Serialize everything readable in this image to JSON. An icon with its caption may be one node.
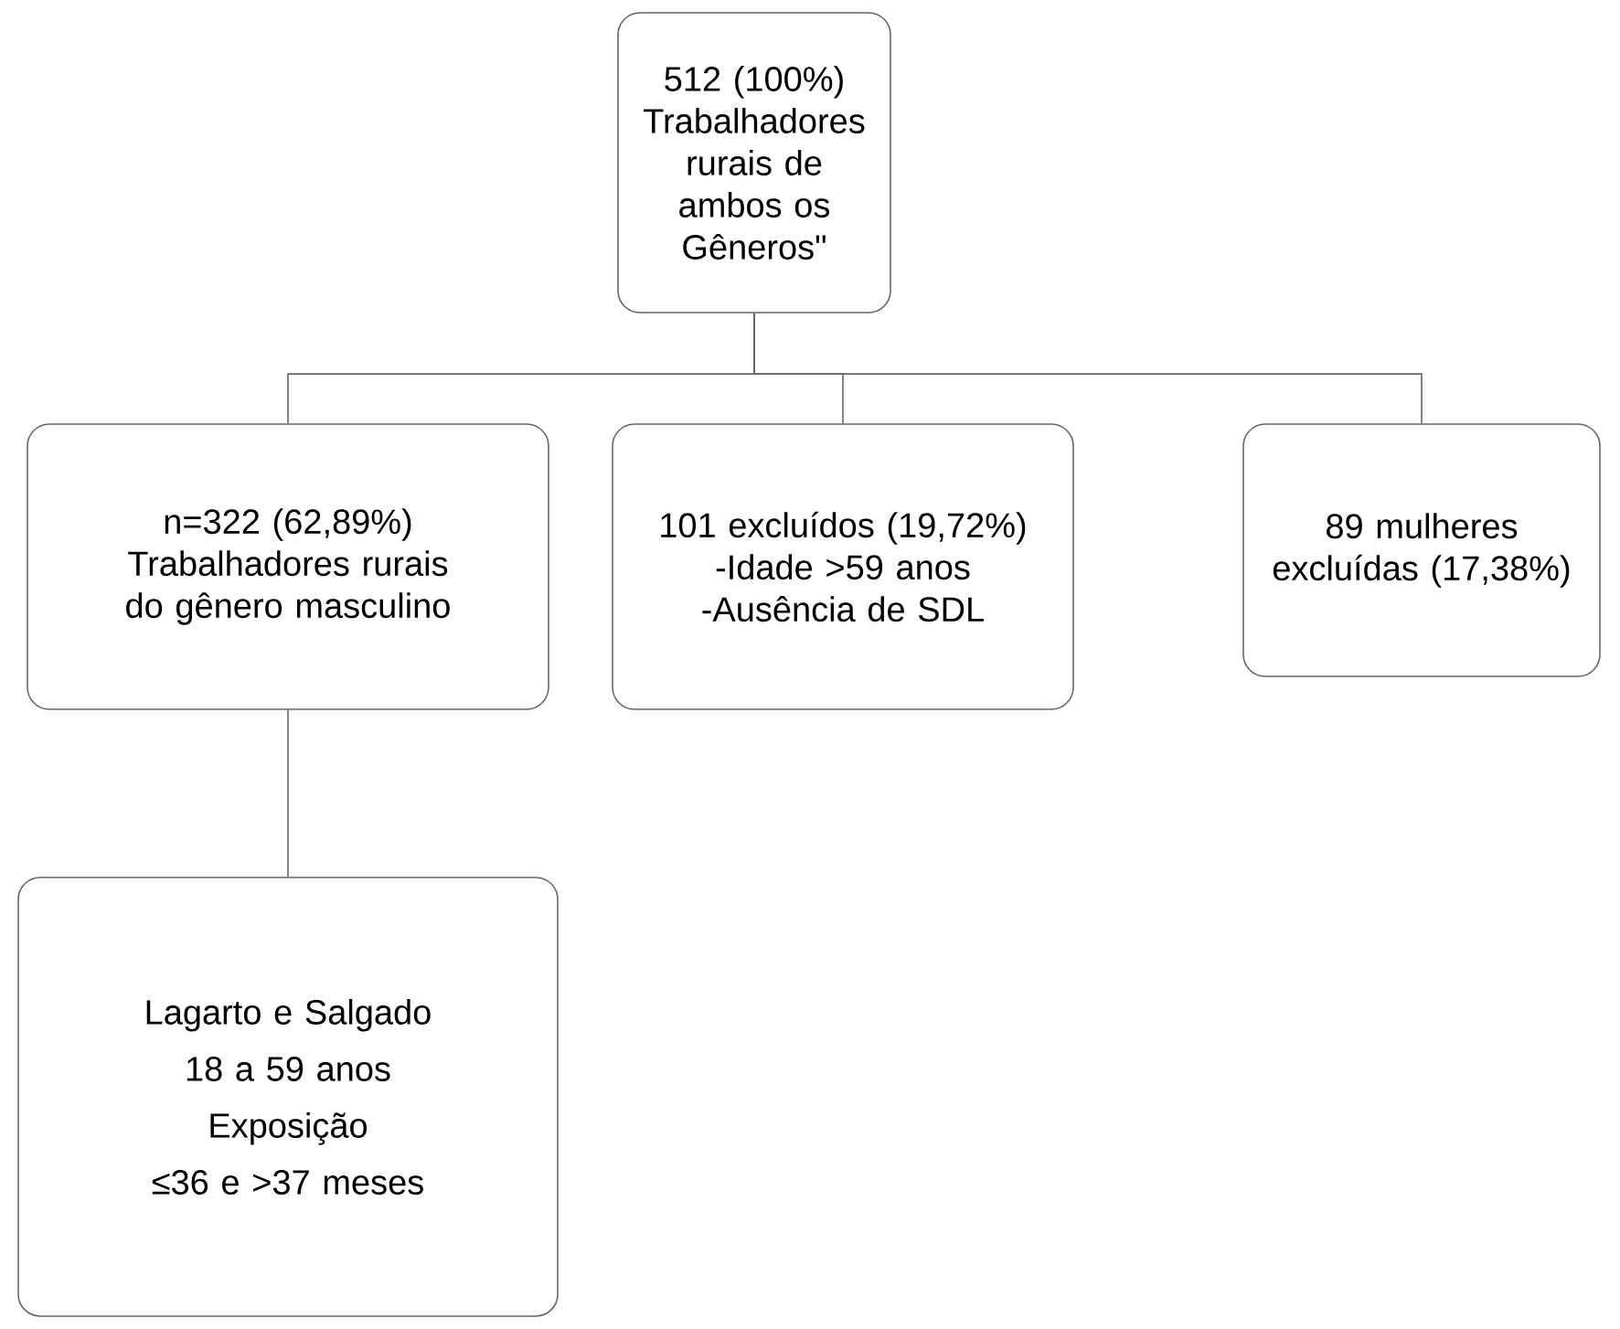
{
  "diagram": {
    "nodes": [
      {
        "text": [
          "512 (100%) Trabalhadores rurais de ambos os Gêneros\""
        ]
      },
      {
        "text": [
          "n=322 (62,89%) Trabalhadores rurais do gênero masculino"
        ]
      },
      {
        "text": [
          "101 excluídos (19,72%)",
          "-Idade >59 anos",
          "-Ausência de SDL"
        ]
      },
      {
        "text": [
          "89 mulheres excluídas (17,38%)"
        ]
      },
      {
        "text": [
          "Lagarto e Salgado",
          "18 a 59 anos",
          "Exposição",
          "≤36 e >37 meses"
        ]
      }
    ],
    "edges": [
      {
        "from": 0,
        "to": 1,
        "arrow": "none"
      },
      {
        "from": 0,
        "to": 2,
        "arrow": "none"
      },
      {
        "from": 0,
        "to": 3,
        "arrow": "none"
      },
      {
        "from": 1,
        "to": 4,
        "arrow": "none"
      }
    ]
  }
}
